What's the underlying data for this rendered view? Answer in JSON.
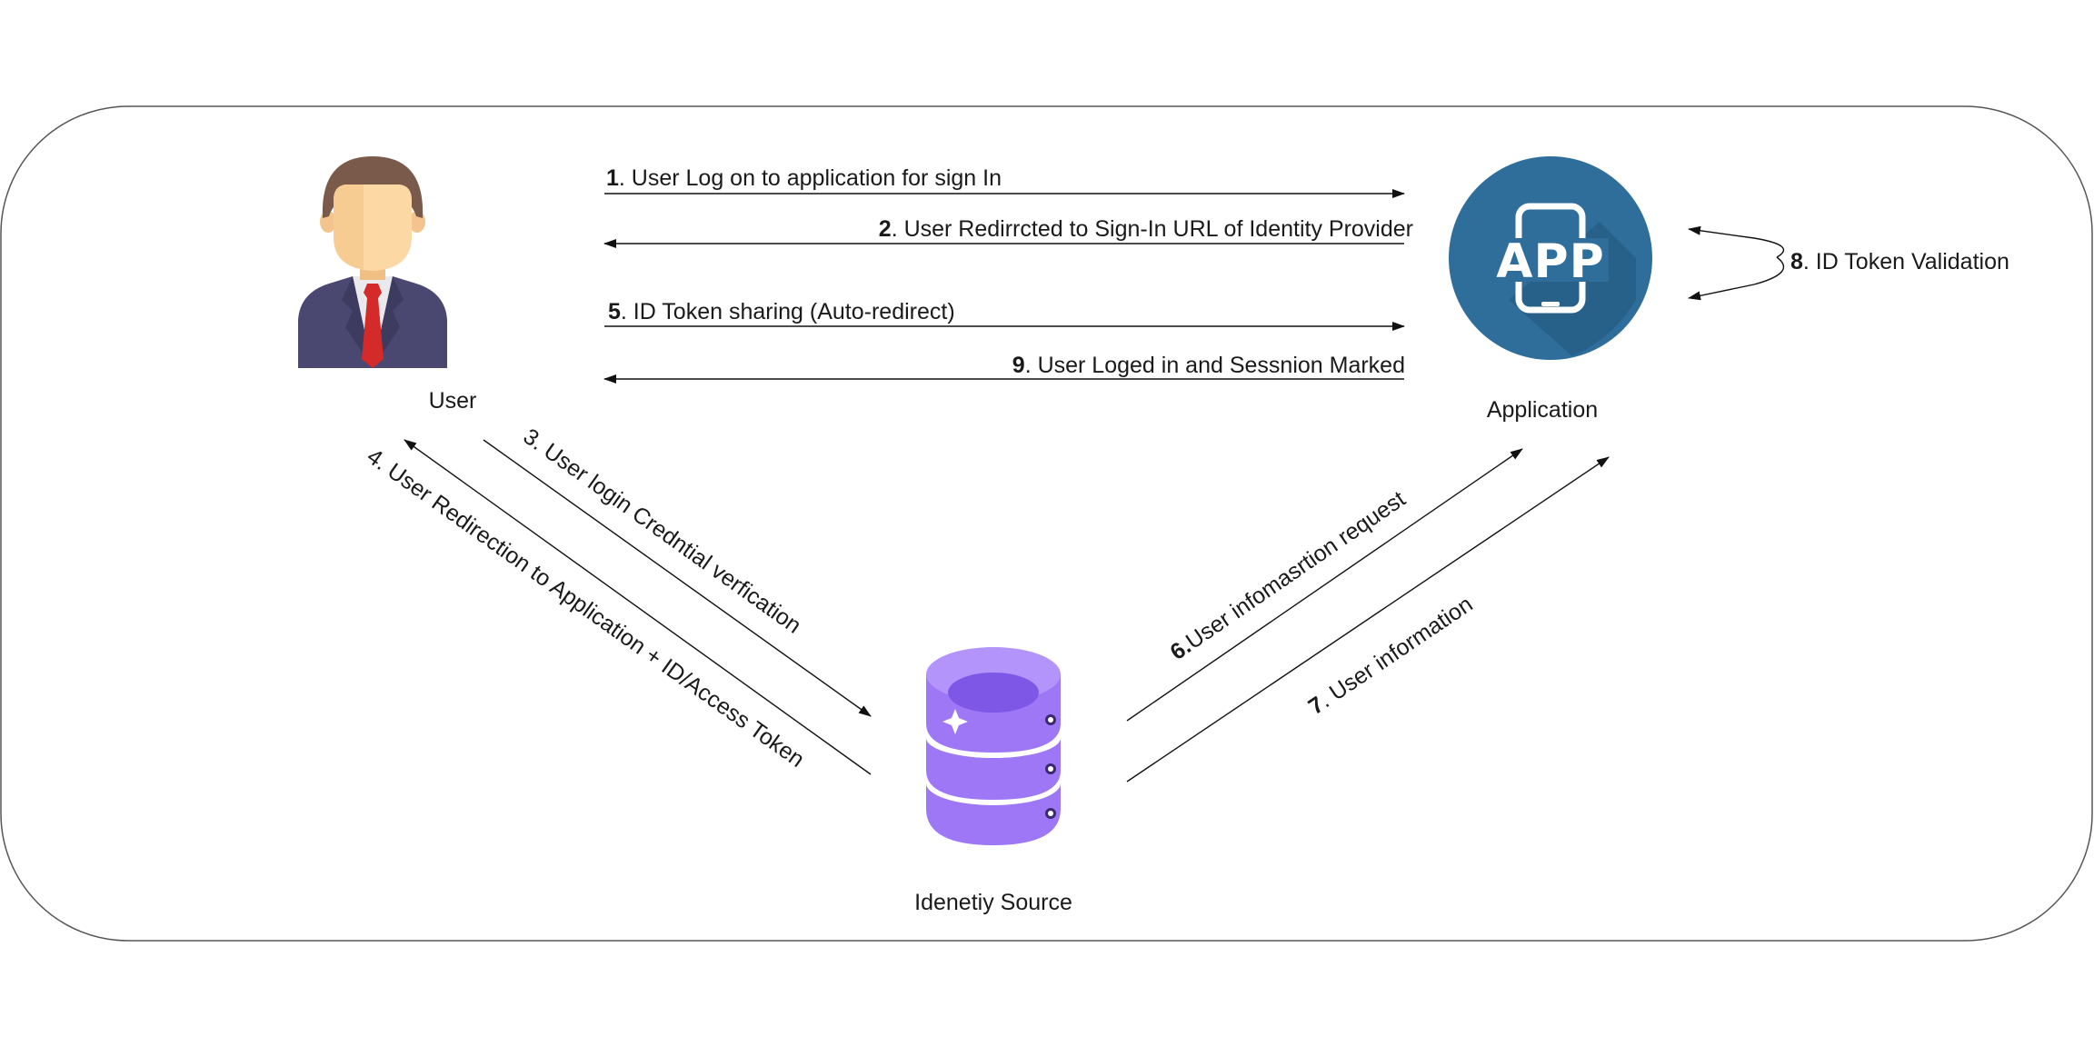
{
  "nodes": {
    "user": {
      "label": "User",
      "icon": "user-businessman-icon"
    },
    "application": {
      "label": "Application",
      "icon": "app-phone-icon",
      "icon_text": "APP"
    },
    "identity_source": {
      "label": "Idenetiy Source",
      "icon": "database-icon"
    }
  },
  "steps": [
    {
      "num": "1",
      "text": ". User Log on to application for sign In"
    },
    {
      "num": "2",
      "text": ". User Redirrcted to Sign-In URL of Identity Provider"
    },
    {
      "num": "5",
      "text": ". ID Token sharing (Auto-redirect)"
    },
    {
      "num": "9",
      "text": ". User Loged in and Sessnion Marked"
    },
    {
      "num": "8",
      "text": ". ID Token Validation"
    },
    {
      "num": "3",
      "text": ". User login Credntial verfication"
    },
    {
      "num": "4",
      "text": ". User Redirection to Application + ID/Access Token"
    },
    {
      "num": "6.",
      "text": "User infomasrtion request"
    },
    {
      "num": "7",
      "text": ". User information"
    }
  ],
  "colors": {
    "app_circle": "#2f6e9b",
    "app_shadow": "#255c85",
    "db_purple": "#9d77f5",
    "db_dark": "#7e57e6",
    "suit": "#4a4870",
    "tie": "#d42a2a",
    "skin": "#fcd8a5",
    "hair": "#7a5a4a"
  }
}
